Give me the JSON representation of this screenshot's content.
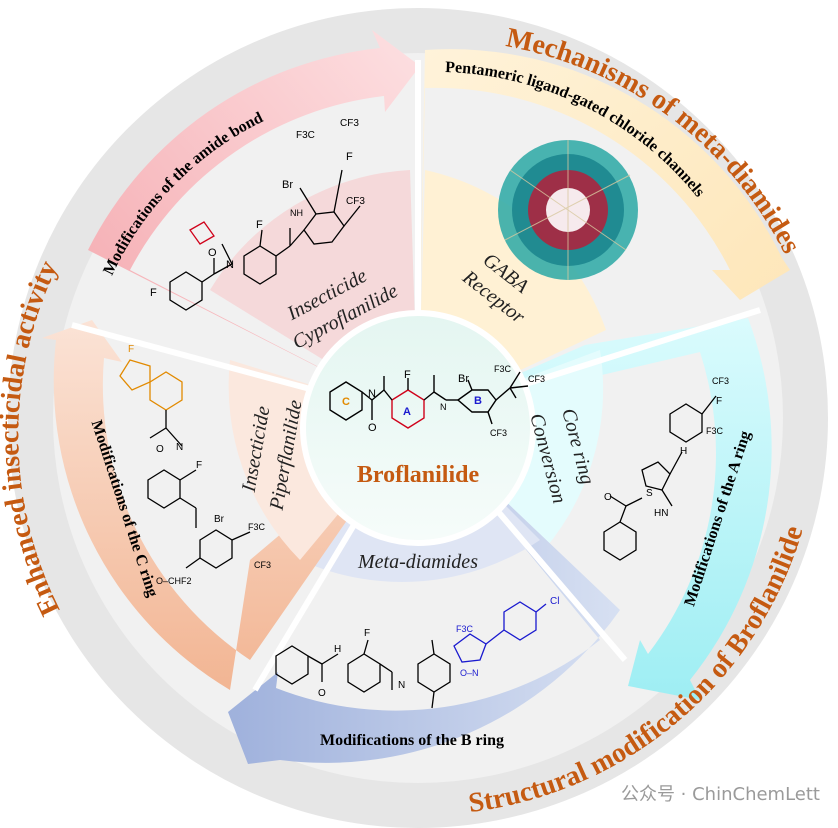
{
  "center": {
    "title": "Broflanilide"
  },
  "inner_ring": {
    "gaba_line1": "GABA",
    "gaba_line2": "Receptor",
    "core_line1": "Core ring",
    "core_line2": "Conversion",
    "meta": "Meta-diamides",
    "pip_line1": "Insecticide",
    "pip_line2": "Piperflanilide",
    "cyp_line1": "Insecticide",
    "cyp_line2": "Cyproflanilide"
  },
  "arrows": {
    "amide": "Modifications of the amide bond",
    "channels": "Pentameric ligand-gated chloride channels",
    "a_ring": "Modifications of the A ring",
    "b_ring": "Modifications of the B ring",
    "c_ring": "Modifications of the C ring"
  },
  "outer": {
    "mechanisms": "Mechanisms of meta-diamides",
    "structural": "Structural modification of Broflanilide",
    "enhanced": "Enhanced insecticidal activity"
  },
  "ring_labels": {
    "a": "A",
    "b": "B",
    "c": "C"
  },
  "chem": {
    "f": "F",
    "br": "Br",
    "n": "N",
    "h": "H",
    "o": "O",
    "s": "S",
    "cl": "Cl",
    "nh": "NH",
    "hn": "HN",
    "cf3": "CF3",
    "f3c": "F3C",
    "ochf2": "O–CHF2",
    "on": "O–N"
  },
  "watermark": "公众号 · ChinChemLett",
  "colors": {
    "outer_ring": "#e6e6e6",
    "title_orange": "#c55a11",
    "pink": "#f7b3b8",
    "yellow": "#fde9c2",
    "cyan": "#bff4f7",
    "blue": "#aebfe1",
    "peach": "#f6c6ae",
    "mechanism_navy": "#14395c",
    "red": "#d0021b",
    "blue_struct": "#1a1acf",
    "orange_struct": "#e28a00"
  }
}
